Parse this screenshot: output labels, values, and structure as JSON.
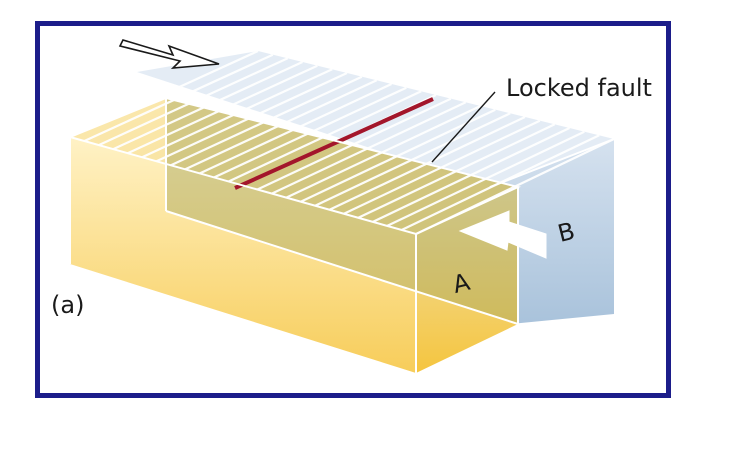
{
  "figure": {
    "panel_label": "(a)",
    "fault_label": "Locked fault",
    "block_a_label": "A",
    "block_b_label": "B"
  },
  "colors": {
    "frame": "#1c1d8a",
    "block_a": "#f7c94c",
    "block_b": "#b6cbe0",
    "fault_line": "#a3162b"
  }
}
